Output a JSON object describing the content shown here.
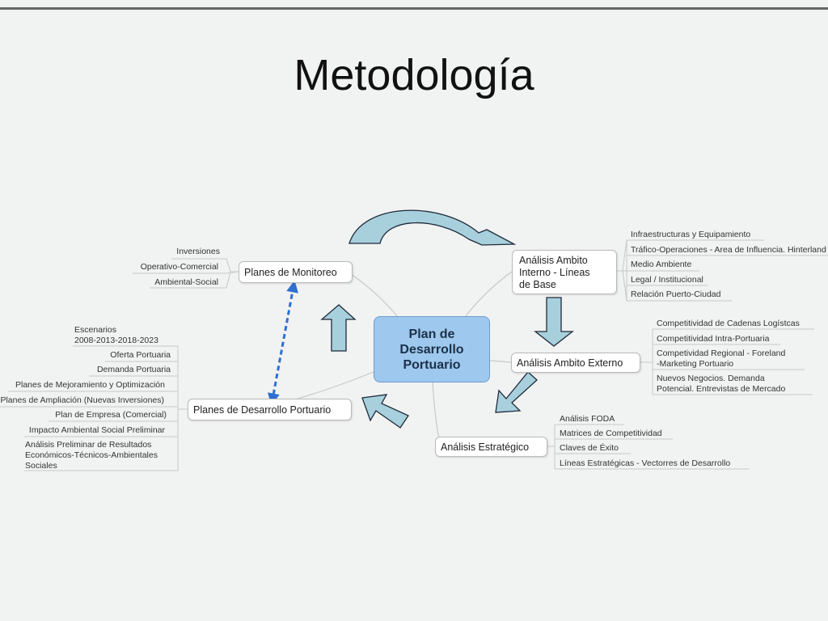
{
  "title": "Metodología",
  "center": "Plan de\nDesarrollo\nPortuario",
  "nodes": {
    "monitoreo": "Planes de Monitoreo",
    "desarrollo": "Planes de Desarrollo Portuario",
    "interno": "Análisis Ambito\nInterno - Líneas\nde Base",
    "externo": "Análisis Ambito Externo",
    "estrategico": "Análisis Estratégico"
  },
  "leaves": {
    "monitoreo": [
      "Inversiones",
      "Operativo-Comercial",
      "Ambiental-Social"
    ],
    "desarrollo": [
      "Escenarios\n2008-2013-2018-2023",
      "Oferta Portuaria",
      "Demanda Portuaria",
      "Planes de Mejoramiento y Optimización",
      "Planes de Ampliación (Nuevas Inversiones)",
      "Plan de Empresa (Comercial)",
      "Impacto Ambiental Social Preliminar",
      "Análisis Preliminar de Resultados\nEconómicos-Técnicos-Ambientales\nSociales"
    ],
    "interno": [
      "Infraestructuras y Equipamiento",
      "Tráfico-Operaciones - Area de Influencia. Hinterland",
      "Medio  Ambiente",
      "Legal / Institucional",
      "Relación Puerto-Ciudad"
    ],
    "externo": [
      "Competitividad de Cadenas Logístcas",
      "Competitividad Intra-Portuaria",
      "Competividad Regional - Foreland\n-Marketing Portuario",
      "Nuevos Negocios. Demanda\nPotencial. Entrevistas de Mercado"
    ],
    "estrategico": [
      "Análisis FODA",
      "Matrices de Competitividad",
      "Claves de Éxito",
      "Líneas Estratégicas - Vectorres de Desarrollo"
    ]
  },
  "colors": {
    "center_fill": "#9ec8ee",
    "arrow_fill": "#a7d0dc",
    "dashed_link": "#2f6fd1"
  }
}
